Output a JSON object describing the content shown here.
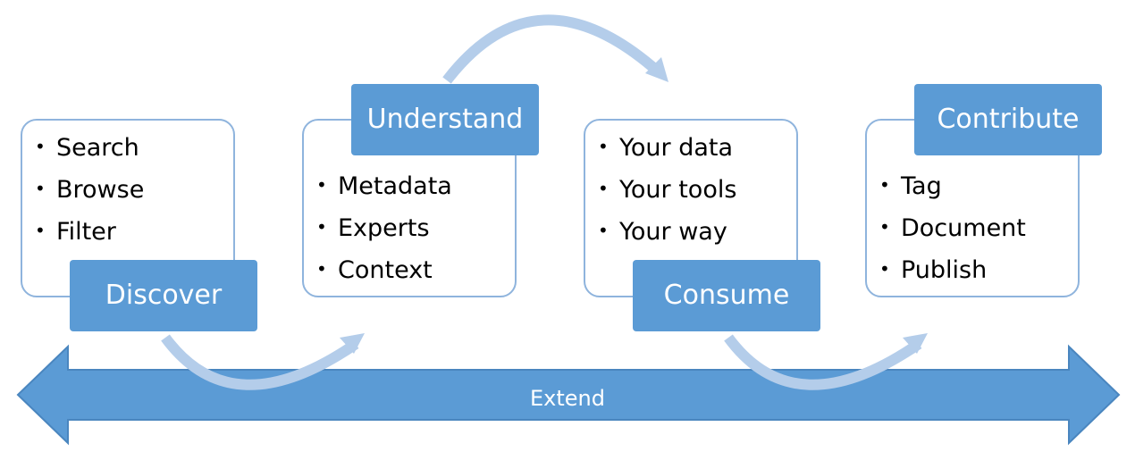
{
  "stages": {
    "discover": {
      "label": "Discover",
      "items": [
        "Search",
        "Browse",
        "Filter"
      ]
    },
    "understand": {
      "label": "Understand",
      "items": [
        "Metadata",
        "Experts",
        "Context"
      ]
    },
    "consume": {
      "label": "Consume",
      "items": [
        "Your data",
        "Your tools",
        "Your way"
      ]
    },
    "contribute": {
      "label": "Contribute",
      "items": [
        "Tag",
        "Document",
        "Publish"
      ]
    }
  },
  "extend_label": "Extend",
  "bullet": "•",
  "colors": {
    "accent": "#5b9bd5",
    "card_border": "#8fb4dd",
    "arc": "#b4cdea",
    "arrow_stroke": "#4a86bf"
  }
}
